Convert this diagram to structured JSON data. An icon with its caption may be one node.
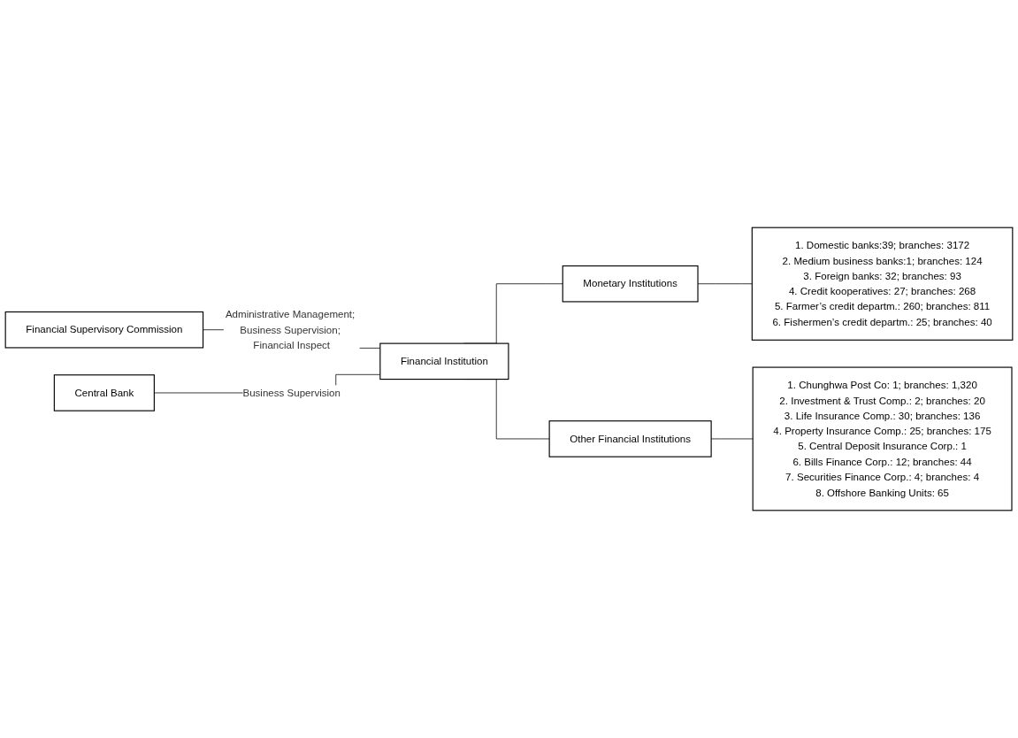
{
  "diagram": {
    "nodes": [
      {
        "text": [
          "Financial Supervisory Commission"
        ]
      },
      {
        "text": [
          "Financial Institution"
        ]
      },
      {
        "text": [
          "Central Bank"
        ]
      },
      {
        "text": [
          "Monetary Institutions"
        ]
      },
      {
        "text": [
          "Other Financial Institutions"
        ]
      },
      {
        "text": [
          "1. Domestic banks:39; branches: 3172",
          "2. Medium business banks:1; branches: 124",
          "3. Foreign banks: 32; branches: 93",
          "4. Credit kooperatives: 27; branches: 268",
          "5. Farmer’s credit departm.: 260; branches: 811",
          "6. Fishermen’s credit departm.: 25; branches: 40"
        ]
      },
      {
        "text": [
          "1. Chunghwa Post Co: 1; branches: 1,320",
          "2. Investment & Trust Comp.: 2; branches: 20",
          "3. Life Insurance Comp.: 30; branches: 136",
          "4. Property Insurance Comp.: 25; branches: 175",
          "5. Central Deposit Insurance Corp.: 1",
          "6. Bills Finance Corp.: 12; branches: 44",
          "7. Securities Finance Corp.: 4; branches: 4",
          "8. Offshore Banking Units: 65"
        ]
      }
    ],
    "edges": [
      {
        "from": 0,
        "to": 1,
        "arrow": "none",
        "label": "Administrative Management; Business Supervision; Financial Inspect"
      },
      {
        "from": 2,
        "to": 1,
        "arrow": "none",
        "label": "Business Supervision"
      },
      {
        "from": 1,
        "to": 3,
        "arrow": "none"
      },
      {
        "from": 1,
        "to": 4,
        "arrow": "none"
      },
      {
        "from": 3,
        "to": 5,
        "arrow": "none"
      },
      {
        "from": 4,
        "to": 6,
        "arrow": "none"
      }
    ]
  }
}
